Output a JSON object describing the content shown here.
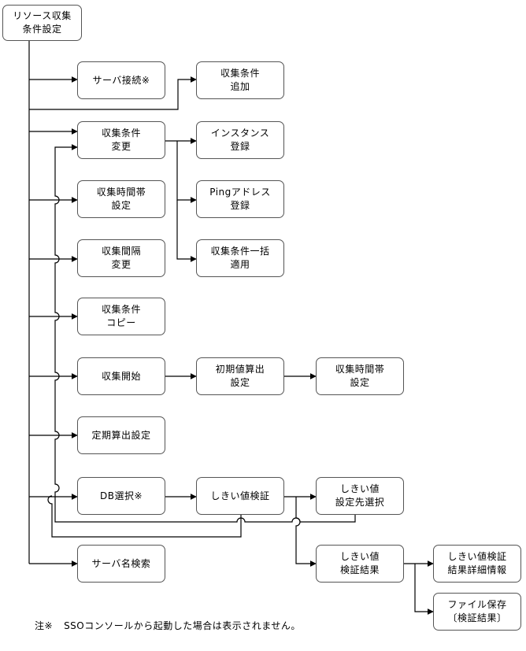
{
  "nodes": {
    "root": "リソース収集\n条件設定",
    "server_connect": "サーバ接続※",
    "add_condition": "収集条件\n追加",
    "change_condition": "収集条件\n変更",
    "instance_register": "インスタンス\n登録",
    "ping_register": "Pingアドレス\n登録",
    "bulk_apply": "収集条件一括\n適用",
    "time_slot": "収集時間帯\n設定",
    "interval_change": "収集間隔\n変更",
    "copy_condition": "収集条件\nコピー",
    "start_collect": "収集開始",
    "initial_calc": "初期値算出\n設定",
    "time_slot_2": "収集時間帯\n設定",
    "periodic_calc": "定期算出設定",
    "db_select": "DB選択※",
    "threshold_verify": "しきい値検証",
    "threshold_target": "しきい値\n設定先選択",
    "verify_result": "しきい値\n検証結果",
    "result_detail": "しきい値検証\n結果詳細情報",
    "file_save": "ファイル保存\n〔検証結果〕",
    "server_search": "サーバ名検索"
  },
  "note": {
    "mark": "注※",
    "text": "SSOコンソールから起動した場合は表示されません。"
  },
  "colors": {
    "line": "#000000",
    "border": "#555555"
  }
}
